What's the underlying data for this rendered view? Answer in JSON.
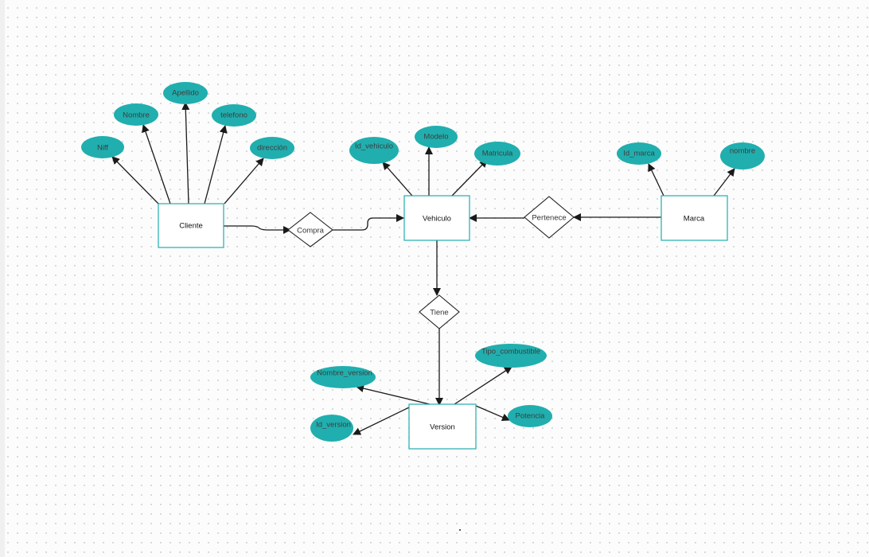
{
  "entities": {
    "cliente": "Cliente",
    "vehiculo": "Vehiculo",
    "marca": "Marca",
    "version": "Version"
  },
  "relationships": {
    "compra": "Compra",
    "pertenece": "Pertenece",
    "tiene": "Tiene"
  },
  "attributes": {
    "cliente": {
      "niff": "Niff",
      "nombre": "Nombre",
      "apellido": "Apellido",
      "telefono": "telefono",
      "direccion": "dirección"
    },
    "vehiculo": {
      "id_vehiculo": "Id_vehiculo",
      "modelo": "Modelo",
      "matricula": "Matricula"
    },
    "marca": {
      "id_marca": "Id_marca",
      "nombre": "nombre"
    },
    "version": {
      "nombre_version": "Nombre_version",
      "id_version": "Id_version",
      "tipo_combustible": "Tipo_combustible",
      "potencia": "Potencia"
    }
  },
  "colors": {
    "attribute_fill": "#21aeae",
    "entity_border": "#21aeae",
    "connector": "#1a1a1a"
  }
}
